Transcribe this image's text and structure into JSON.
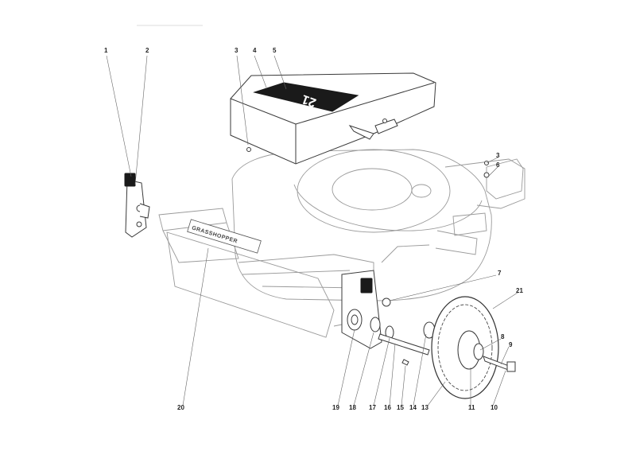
{
  "diagram": {
    "callouts": [
      {
        "id": "1",
        "label": "1"
      },
      {
        "id": "2",
        "label": "2"
      },
      {
        "id": "3a",
        "label": "3"
      },
      {
        "id": "4",
        "label": "4"
      },
      {
        "id": "5",
        "label": "5"
      },
      {
        "id": "3b",
        "label": "3"
      },
      {
        "id": "6",
        "label": "6"
      },
      {
        "id": "7",
        "label": "7"
      },
      {
        "id": "21",
        "label": "21"
      },
      {
        "id": "8",
        "label": "8"
      },
      {
        "id": "9",
        "label": "9"
      },
      {
        "id": "20",
        "label": "20"
      },
      {
        "id": "19",
        "label": "19"
      },
      {
        "id": "18",
        "label": "18"
      },
      {
        "id": "17",
        "label": "17"
      },
      {
        "id": "16",
        "label": "16"
      },
      {
        "id": "15",
        "label": "15"
      },
      {
        "id": "14",
        "label": "14"
      },
      {
        "id": "13",
        "label": "13"
      },
      {
        "id": "11",
        "label": "11"
      },
      {
        "id": "10",
        "label": "10"
      }
    ],
    "cover_number": "21",
    "deck_brand": "GRASSHOPPER"
  }
}
